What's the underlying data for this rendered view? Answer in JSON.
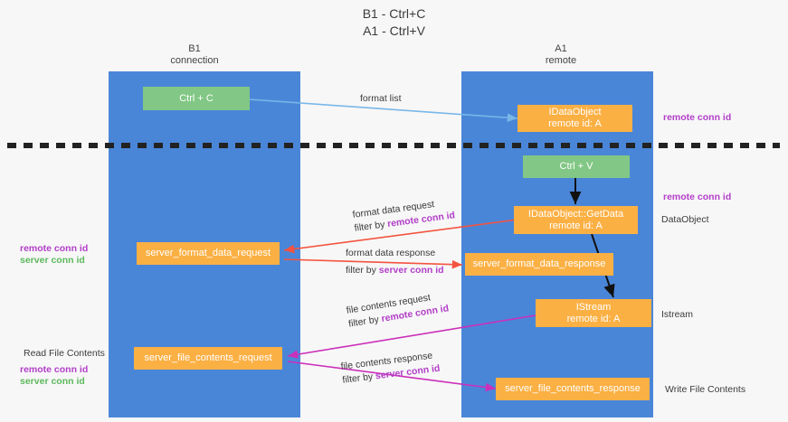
{
  "title": {
    "line1": "B1 - Ctrl+C",
    "line2": "A1 - Ctrl+V"
  },
  "lanes": [
    {
      "id": "b1",
      "name": "B1",
      "sub": "connection"
    },
    {
      "id": "a1",
      "name": "A1",
      "sub": "remote"
    }
  ],
  "boxes": {
    "ctrl_c": {
      "line1": "Ctrl + C",
      "line2": ""
    },
    "idataobject": {
      "line1": "IDataObject",
      "line2": "remote id: A"
    },
    "ctrl_v": {
      "line1": "Ctrl + V",
      "line2": ""
    },
    "getdata": {
      "line1": "IDataObject::GetData",
      "line2": "remote id: A"
    },
    "format_req": {
      "line1": "server_format_data_request",
      "line2": ""
    },
    "format_res": {
      "line1": "server_format_data_response",
      "line2": ""
    },
    "istream": {
      "line1": "IStream",
      "line2": "remote id: A"
    },
    "file_req": {
      "line1": "server_file_contents_request",
      "line2": ""
    },
    "file_res": {
      "line1": "server_file_contents_response",
      "line2": ""
    }
  },
  "edges": {
    "format_list": "format list",
    "format_data_request": "format data request",
    "format_data_request_filter_pre": "filter by ",
    "format_data_request_filter_key": "remote conn id",
    "format_data_response": "format data response",
    "format_data_response_filter_pre": "filter by ",
    "format_data_response_filter_key": "server conn id",
    "file_contents_request": "file contents request",
    "file_contents_request_filter_pre": "filter by ",
    "file_contents_request_filter_key": "remote conn id",
    "file_contents_response": "file contents response",
    "file_contents_response_filter_pre": "filter by ",
    "file_contents_response_filter_key": "server conn id"
  },
  "annotations": {
    "right_remote_conn_id_top": "remote conn id",
    "right_remote_conn_id_mid": "remote conn id",
    "right_dataobject": "DataObject",
    "right_istream": "Istream",
    "right_write_file_contents": "Write File Contents",
    "left_remote_conn_id_mid": "remote conn id",
    "left_server_conn_id_mid": "server conn id",
    "left_read_file_contents": "Read File Contents",
    "left_remote_conn_id_bot": "remote conn id",
    "left_server_conn_id_bot": "server conn id"
  },
  "colors": {
    "lane": "#4a86d8",
    "green_box": "#82c785",
    "orange_box": "#fbb044",
    "accent_purple": "#b23ec8",
    "accent_green": "#5cb85c",
    "red_arrow": "#f4533f",
    "magenta_arrow": "#cc2fbb",
    "blue_arrow": "#79b7e8",
    "black_arrow": "#111111",
    "divider": "#222222",
    "background": "#f7f7f7"
  }
}
